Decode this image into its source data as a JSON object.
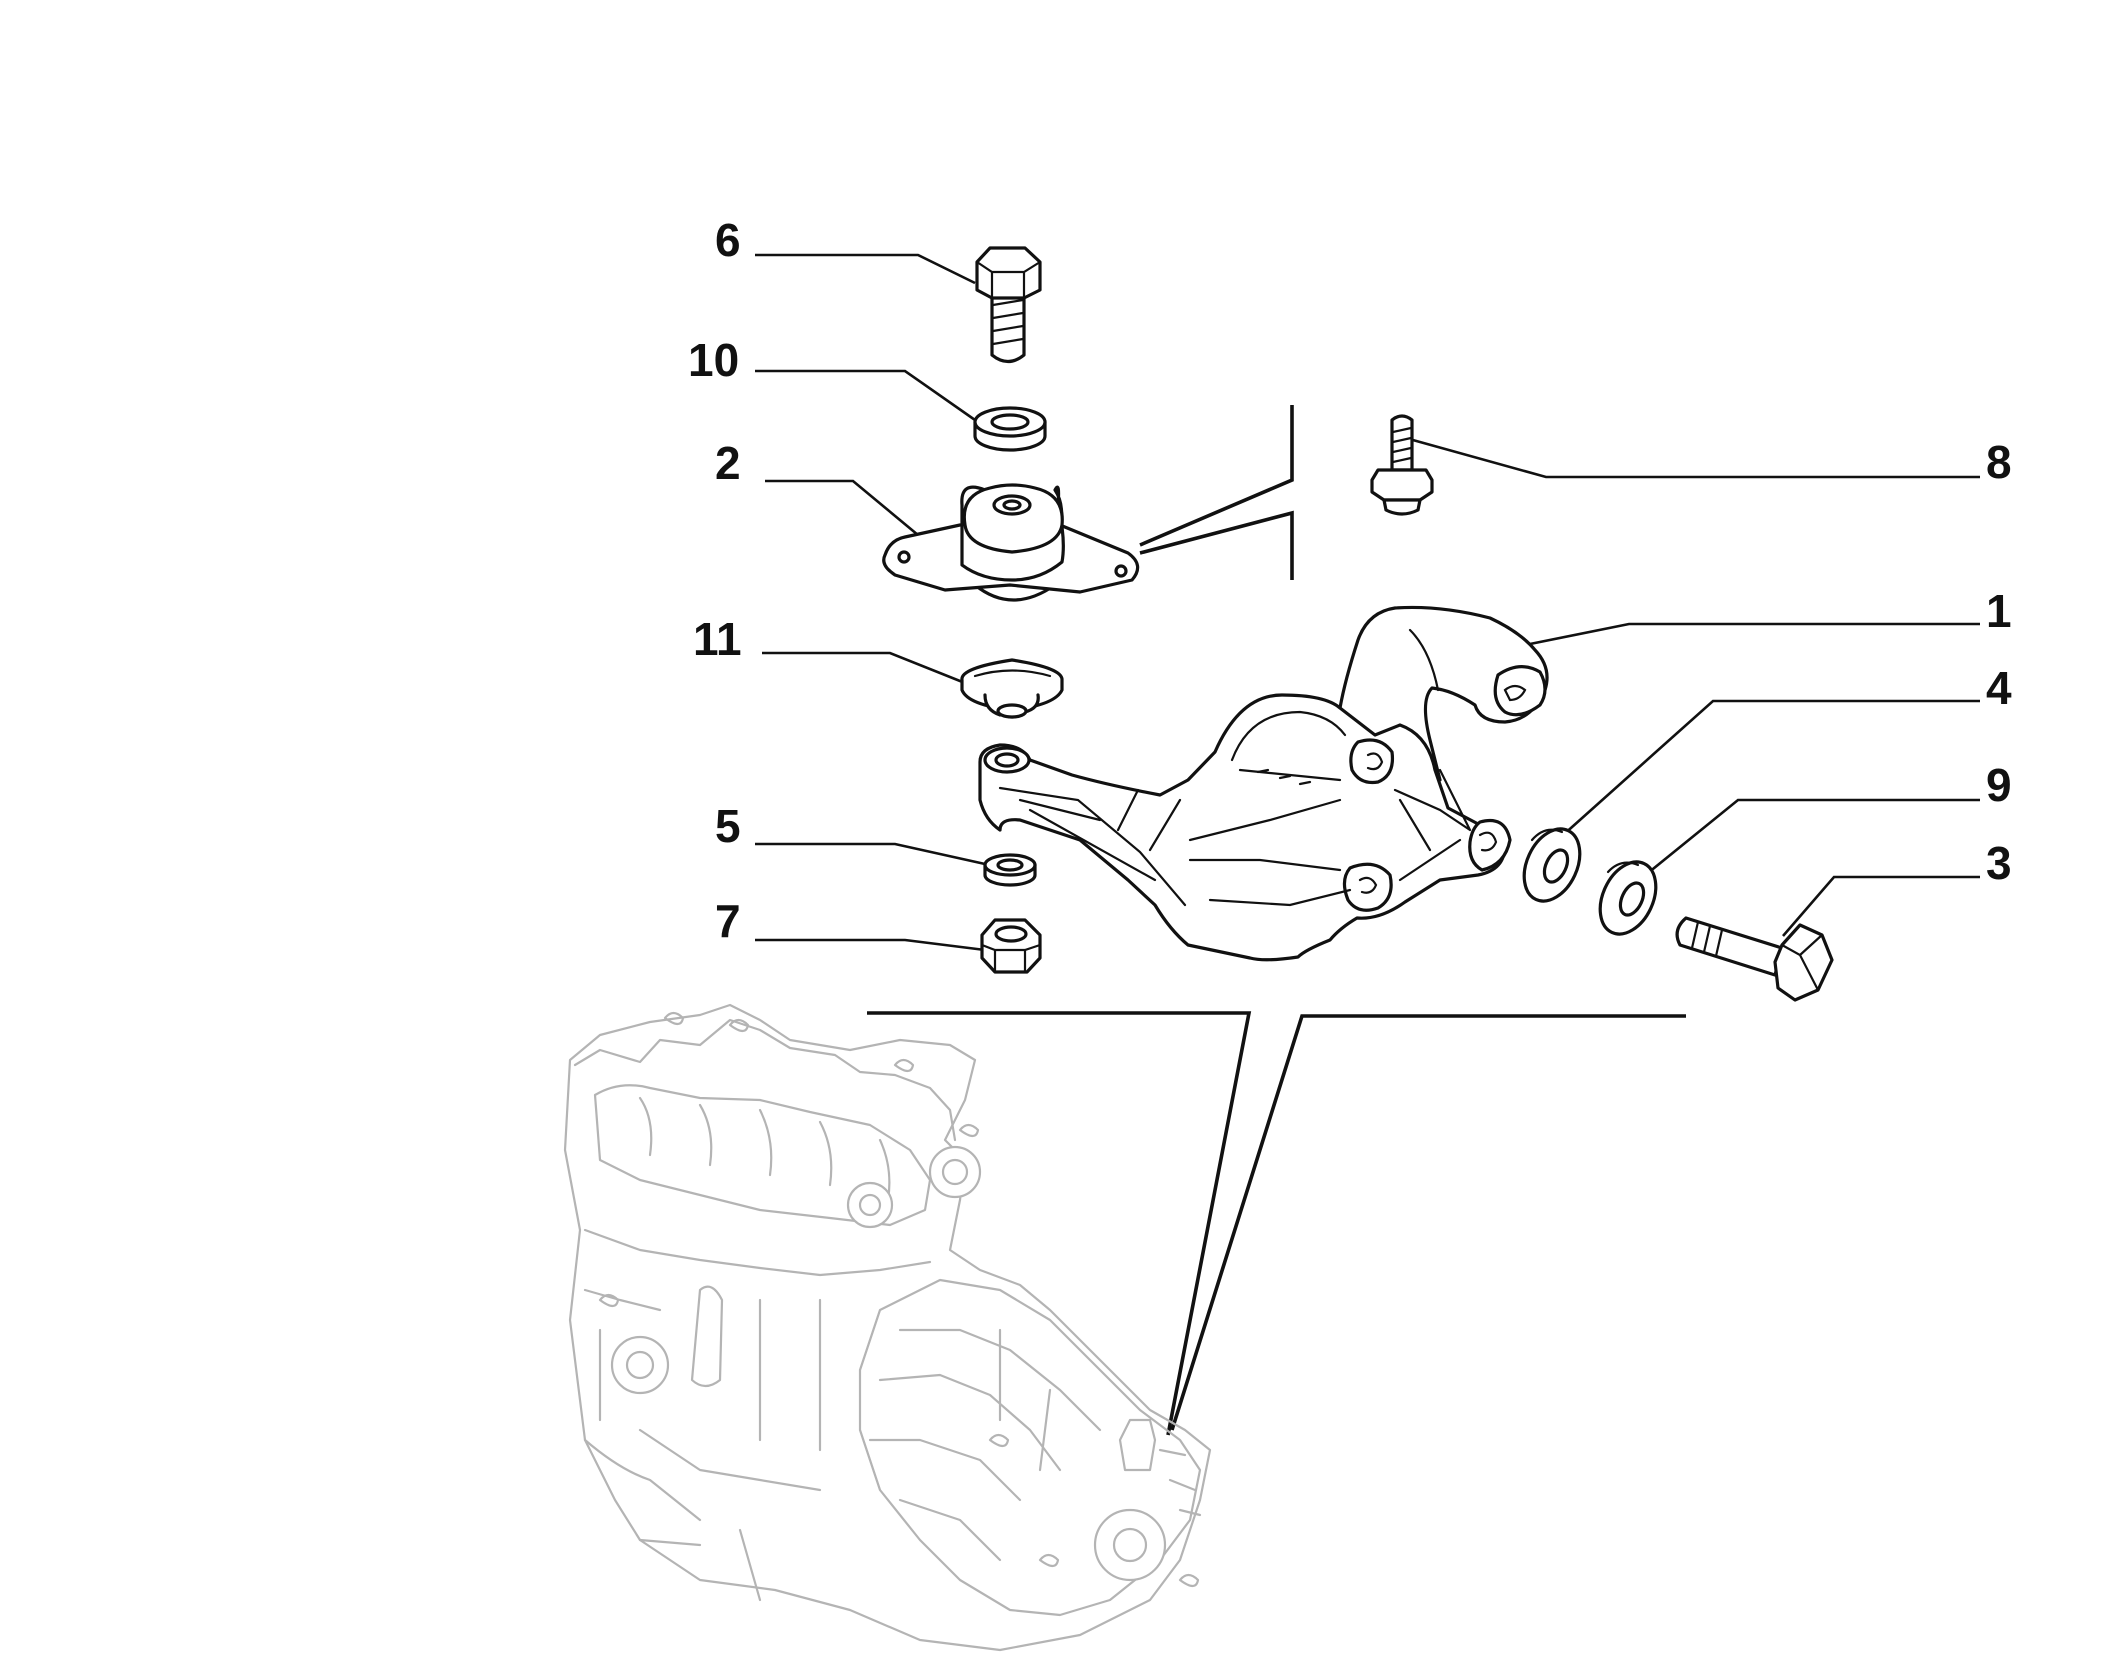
{
  "callouts": [
    {
      "id": "6",
      "part": "bolt"
    },
    {
      "id": "10",
      "part": "washer"
    },
    {
      "id": "2",
      "part": "rubber-mount"
    },
    {
      "id": "11",
      "part": "cup-washer"
    },
    {
      "id": "5",
      "part": "washer"
    },
    {
      "id": "7",
      "part": "nut"
    },
    {
      "id": "8",
      "part": "flange-bolt"
    },
    {
      "id": "1",
      "part": "bracket"
    },
    {
      "id": "4",
      "part": "washer"
    },
    {
      "id": "9",
      "part": "washer"
    },
    {
      "id": "3",
      "part": "bolt"
    }
  ],
  "colors": {
    "linework": "#111111",
    "engine_linework": "#b4b4b4",
    "background": "#ffffff"
  }
}
